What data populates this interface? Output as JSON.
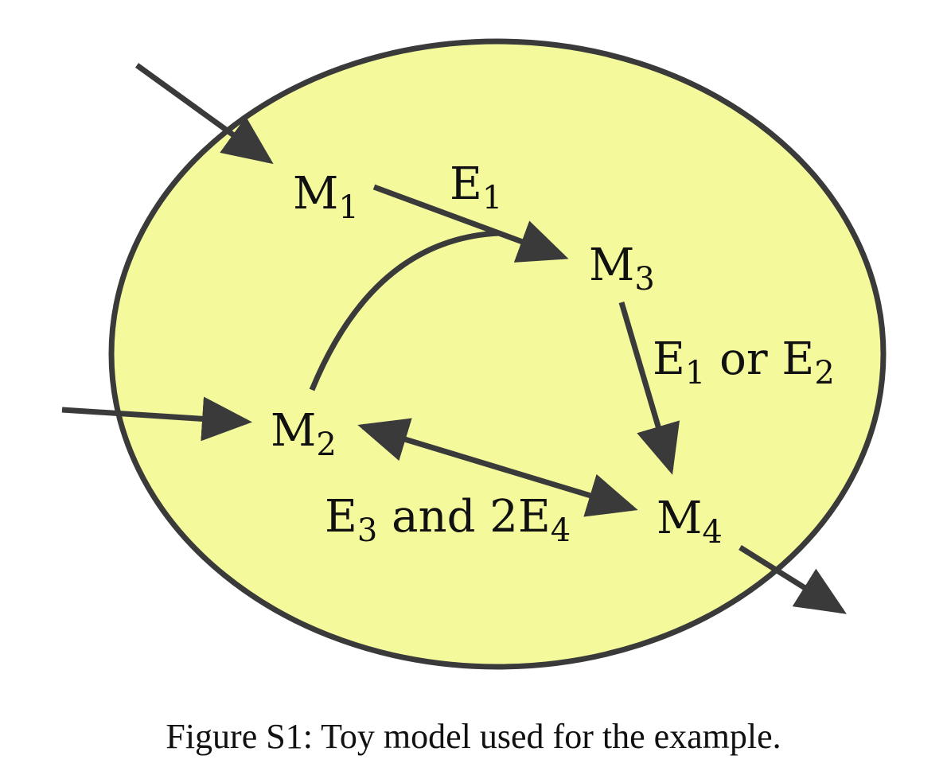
{
  "colors": {
    "cell_fill": "#f4fa9c",
    "stroke": "#3a3a3a",
    "text": "#111111"
  },
  "nodes": {
    "m1": {
      "base": "M",
      "sub": "1"
    },
    "m2": {
      "base": "M",
      "sub": "2"
    },
    "m3": {
      "base": "M",
      "sub": "3"
    },
    "m4": {
      "base": "M",
      "sub": "4"
    }
  },
  "edges": {
    "m1_m3": {
      "base": "E",
      "sub": "1",
      "rest": ""
    },
    "m3_m4": {
      "base": "E",
      "sub": "1",
      "mid": " or E",
      "sub2": "2"
    },
    "m2_m4": {
      "base": "E",
      "sub": "3",
      "mid": " and 2E",
      "sub2": "4"
    }
  },
  "caption": "Figure S1: Toy model used for the example."
}
